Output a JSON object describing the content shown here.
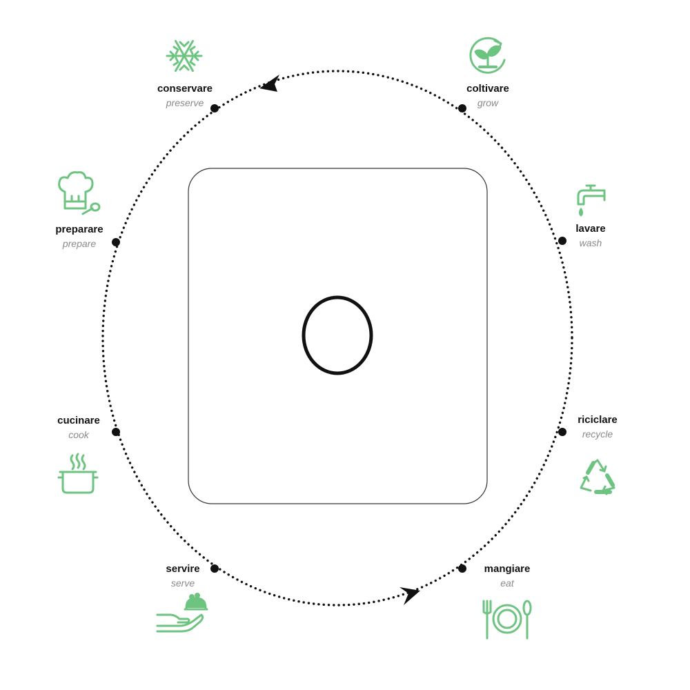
{
  "colors": {
    "accent": "#6dc380",
    "ink": "#111111",
    "muted": "#8a8a8a",
    "frame": "#333333"
  },
  "steps": [
    {
      "it": "coltivare",
      "en": "grow",
      "icon": "grow-seedling-icon"
    },
    {
      "it": "lavare",
      "en": "wash",
      "icon": "faucet-icon"
    },
    {
      "it": "riciclare",
      "en": "recycle",
      "icon": "recycle-icon"
    },
    {
      "it": "mangiare",
      "en": "eat",
      "icon": "plate-fork-spoon-icon"
    },
    {
      "it": "servire",
      "en": "serve",
      "icon": "serving-hand-icon"
    },
    {
      "it": "cucinare",
      "en": "cook",
      "icon": "cooking-pot-icon"
    },
    {
      "it": "preparare",
      "en": "prepare",
      "icon": "chef-hat-icon"
    },
    {
      "it": "conservare",
      "en": "preserve",
      "icon": "snowflake-icon"
    }
  ],
  "cycle": {
    "direction": "counter-clockwise",
    "arrow_count": 2,
    "center_symbol": "ring"
  }
}
